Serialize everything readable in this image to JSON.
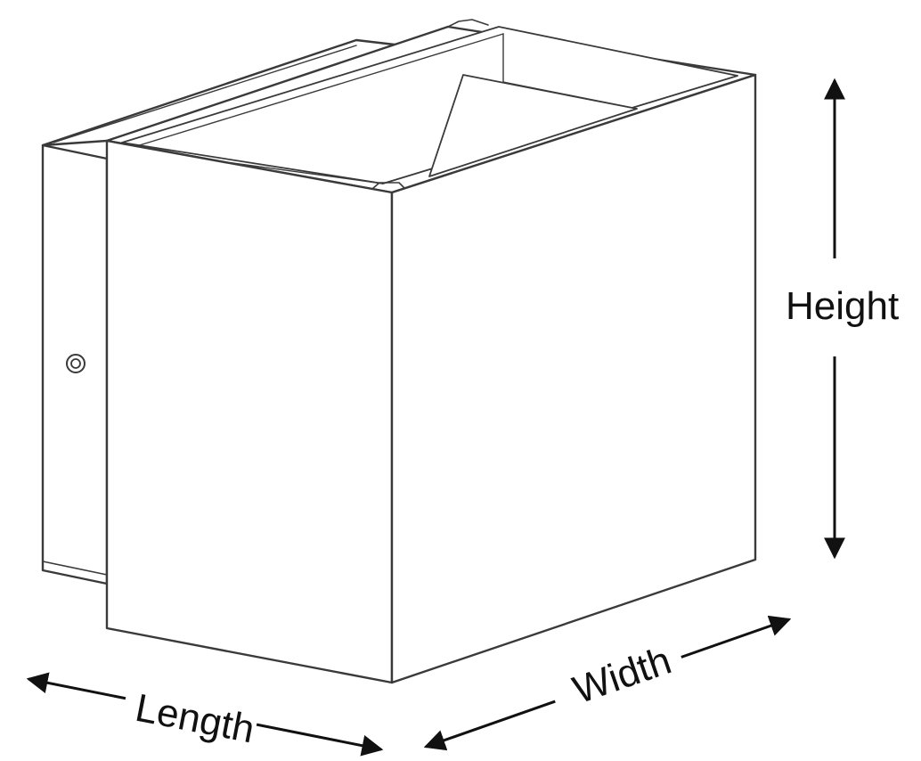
{
  "labels": {
    "height": "Height",
    "length": "Length",
    "width": "Width"
  },
  "colors": {
    "stroke": "#3a3a3a",
    "arrow": "#111111",
    "text": "#111111",
    "background": "#ffffff"
  }
}
